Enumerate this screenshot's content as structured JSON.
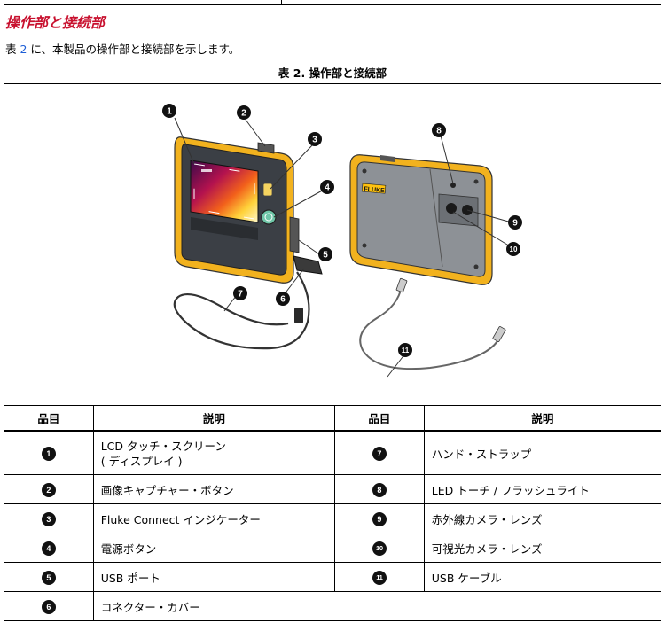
{
  "heading": "操作部と接続部",
  "intro": {
    "prefix": "表 ",
    "ref": "2",
    "suffix": " に、本製品の操作部と接続部を示します。"
  },
  "caption": "表 2. 操作部と接続部",
  "figure": {
    "brand": "FLUKE",
    "callouts": [
      "1",
      "2",
      "3",
      "4",
      "5",
      "6",
      "7",
      "8",
      "9",
      "10",
      "11"
    ]
  },
  "table": {
    "headers": [
      "品目",
      "説明",
      "品目",
      "説明"
    ],
    "rows": [
      {
        "n1": "1",
        "d1a": "LCD タッチ・スクリーン",
        "d1b": "( ディスプレイ )",
        "n2": "7",
        "d2": "ハンド・ストラップ"
      },
      {
        "n1": "2",
        "d1a": "画像キャプチャー・ボタン",
        "n2": "8",
        "d2": "LED トーチ / フラッシュライト"
      },
      {
        "n1": "3",
        "d1a": "Fluke Connect インジケーター",
        "n2": "9",
        "d2": "赤外線カメラ・レンズ"
      },
      {
        "n1": "4",
        "d1a": "電源ボタン",
        "n2": "10",
        "d2": "可視光カメラ・レンズ"
      },
      {
        "n1": "5",
        "d1a": "USB ポート",
        "n2": "11",
        "d2": "USB ケーブル"
      },
      {
        "n1": "6",
        "d1a": "コネクター・カバー"
      }
    ]
  }
}
